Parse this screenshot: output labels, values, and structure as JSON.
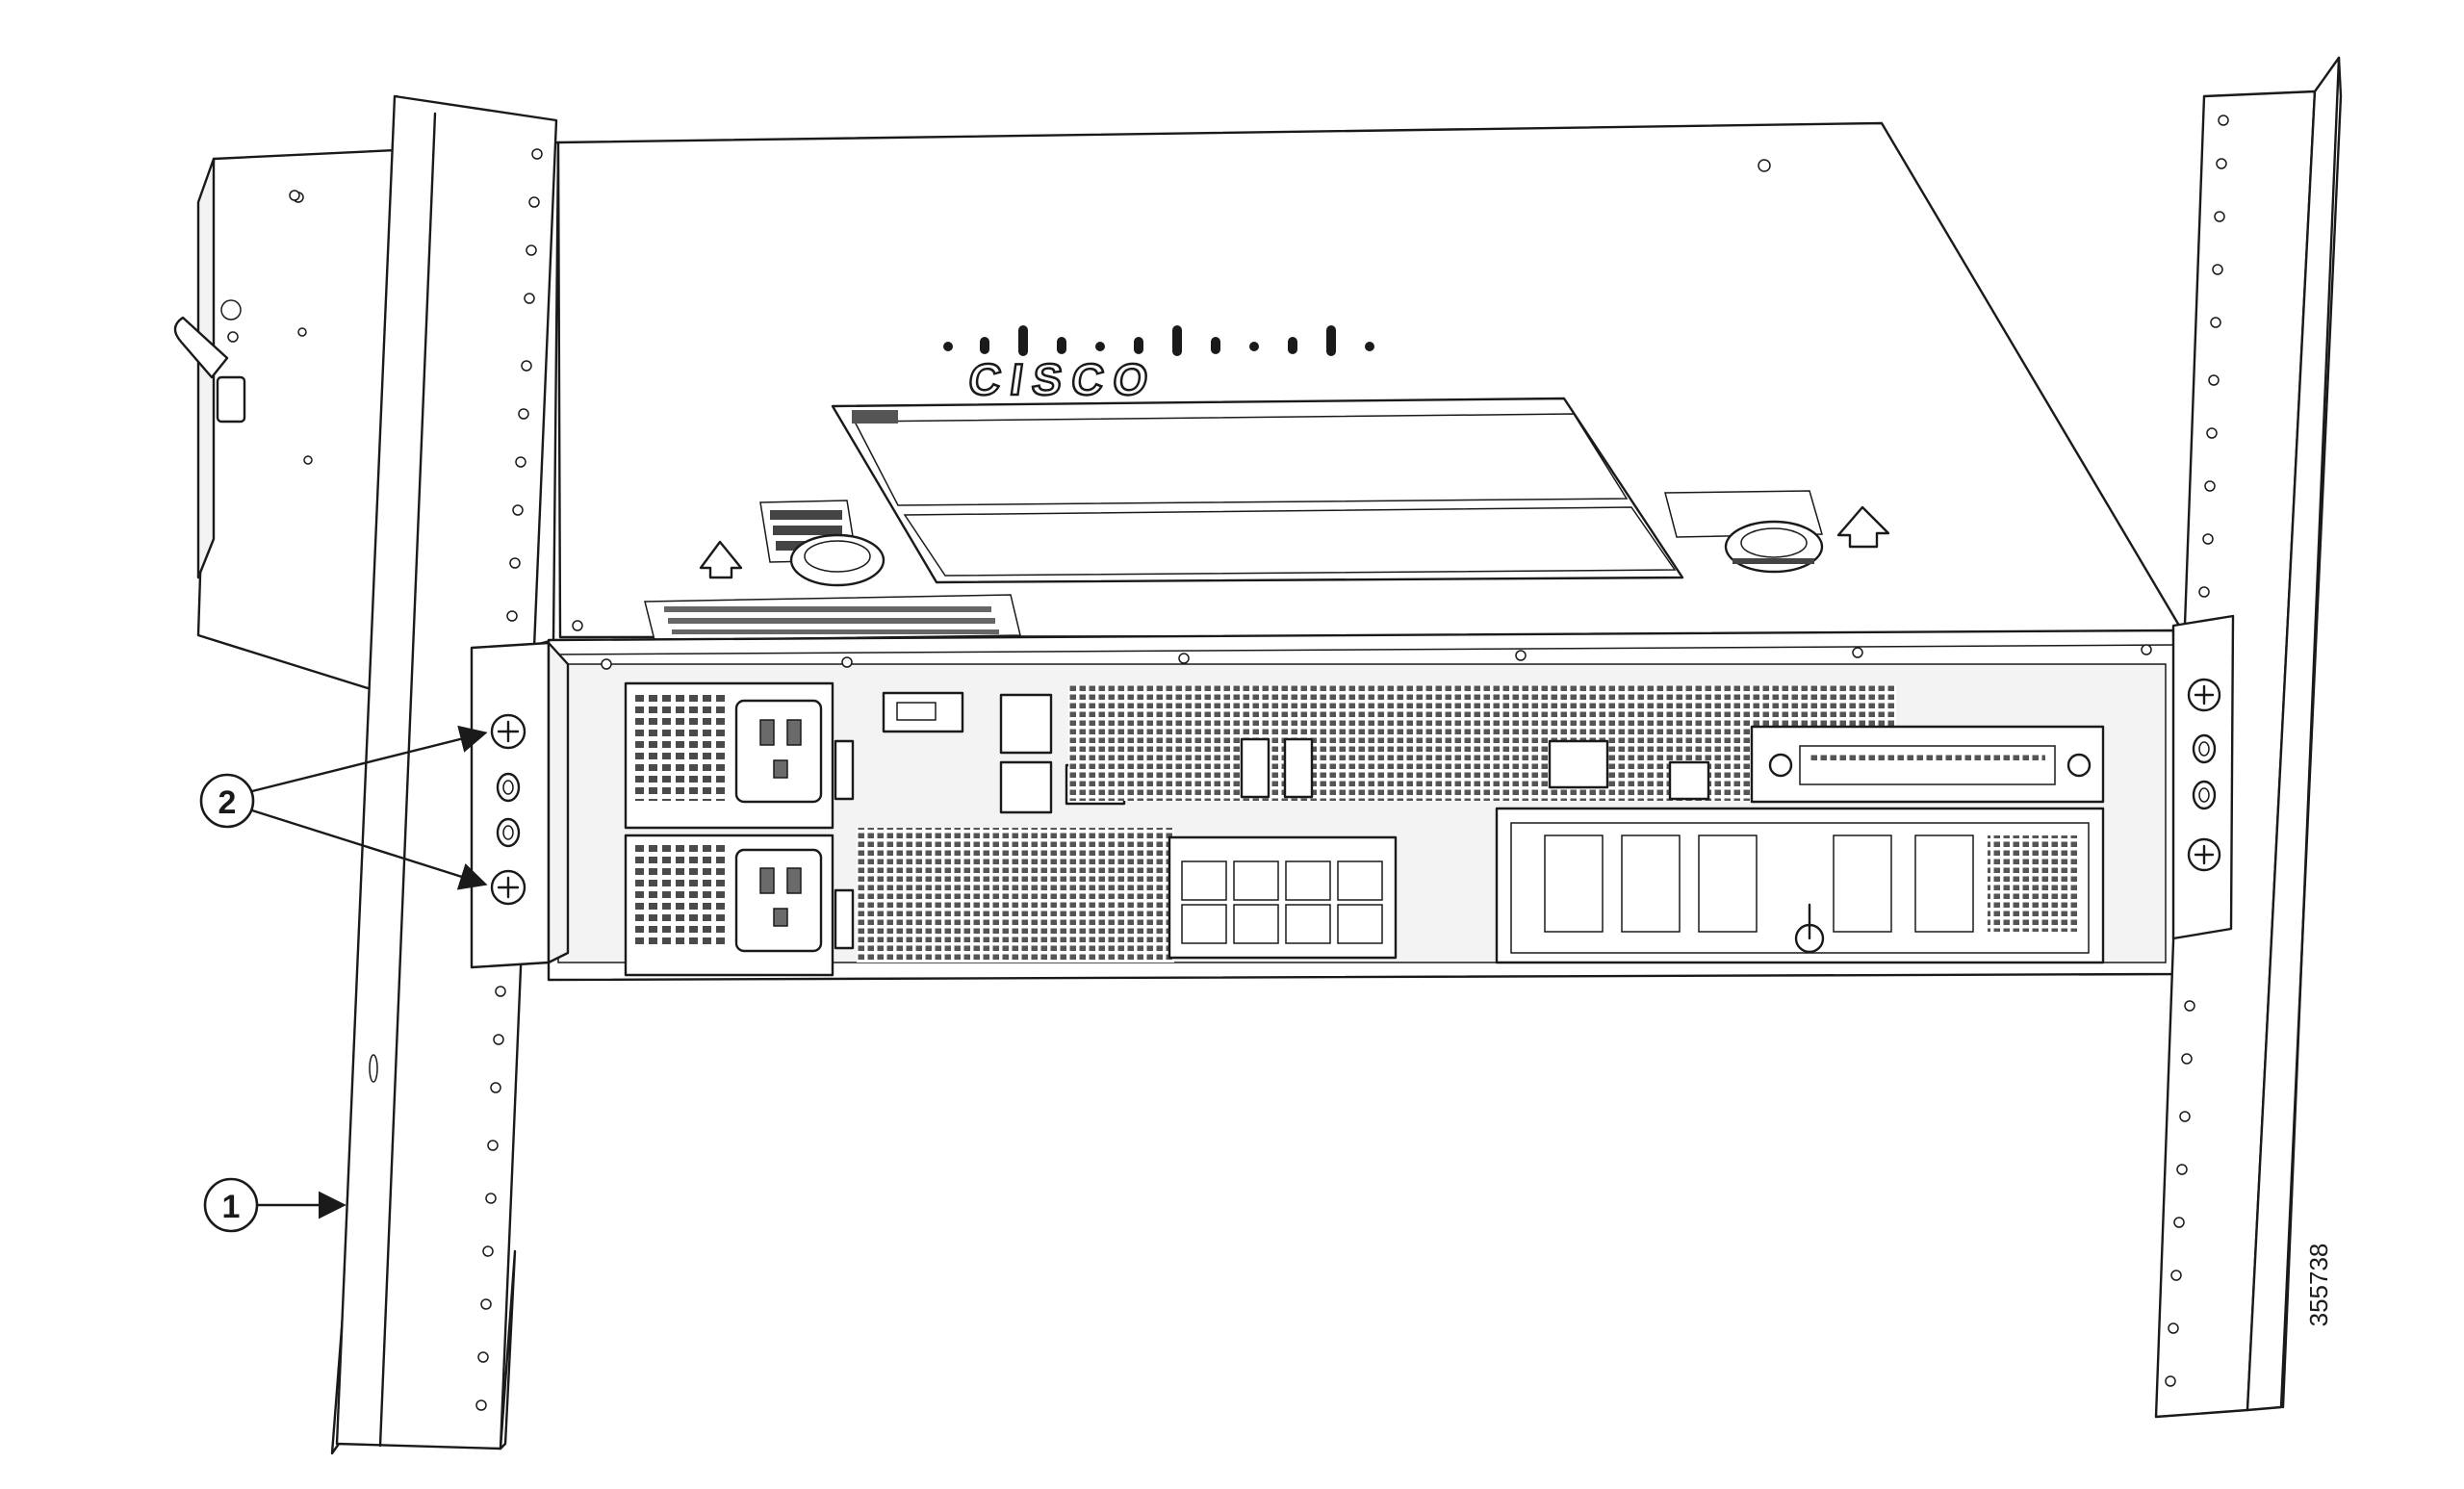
{
  "diagram": {
    "logo_text": "CISCO",
    "callouts": [
      {
        "number": "1"
      },
      {
        "number": "2"
      }
    ],
    "figure_id": "355738"
  }
}
